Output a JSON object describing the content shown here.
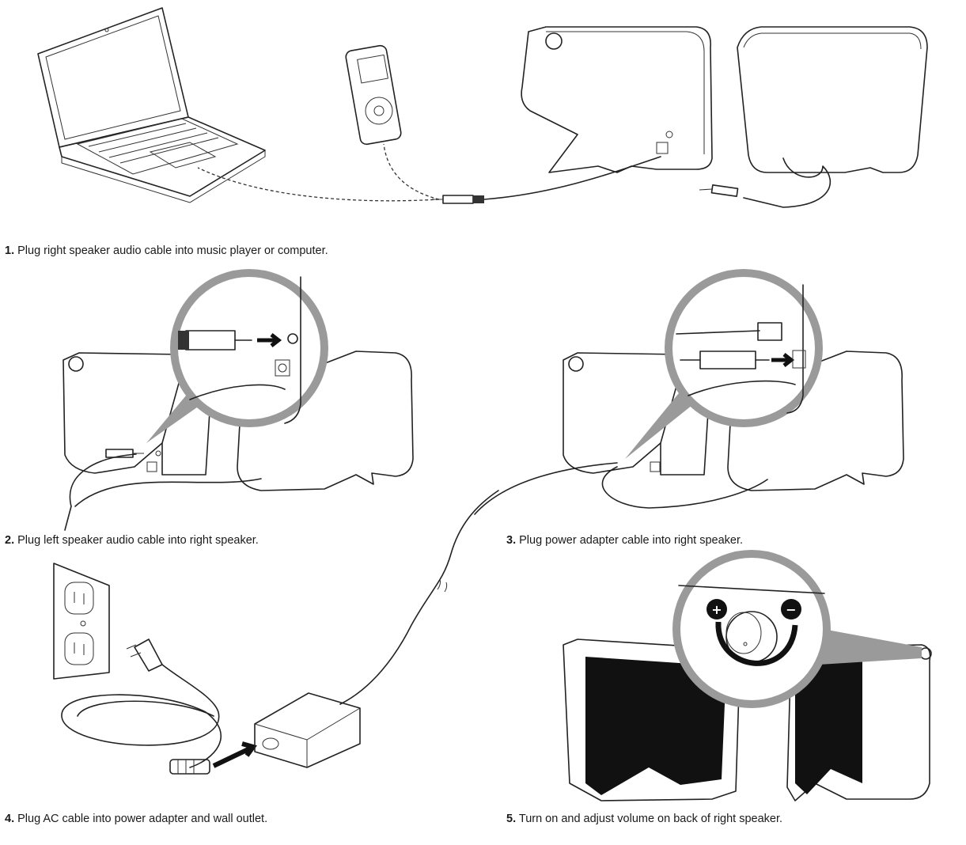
{
  "steps": [
    {
      "number": "1.",
      "text": "Plug right speaker audio cable into music player or computer."
    },
    {
      "number": "2.",
      "text": "Plug left speaker audio cable into right speaker."
    },
    {
      "number": "3.",
      "text": "Plug power adapter cable into right speaker."
    },
    {
      "number": "4.",
      "text": "Plug AC cable into power adapter and wall outlet."
    },
    {
      "number": "5.",
      "text": "Turn on and adjust volume on back of right speaker."
    }
  ],
  "volume_symbols": {
    "increase": "+",
    "decrease": "−"
  },
  "icons": [
    "laptop-icon",
    "music-player-icon",
    "speaker-icon",
    "audio-jack-icon",
    "wall-outlet-icon",
    "power-adapter-icon",
    "volume-knob-icon"
  ],
  "colors": {
    "line": "#222222",
    "callout_gray": "#9a9a9a",
    "speaker_grille": "#111111"
  }
}
